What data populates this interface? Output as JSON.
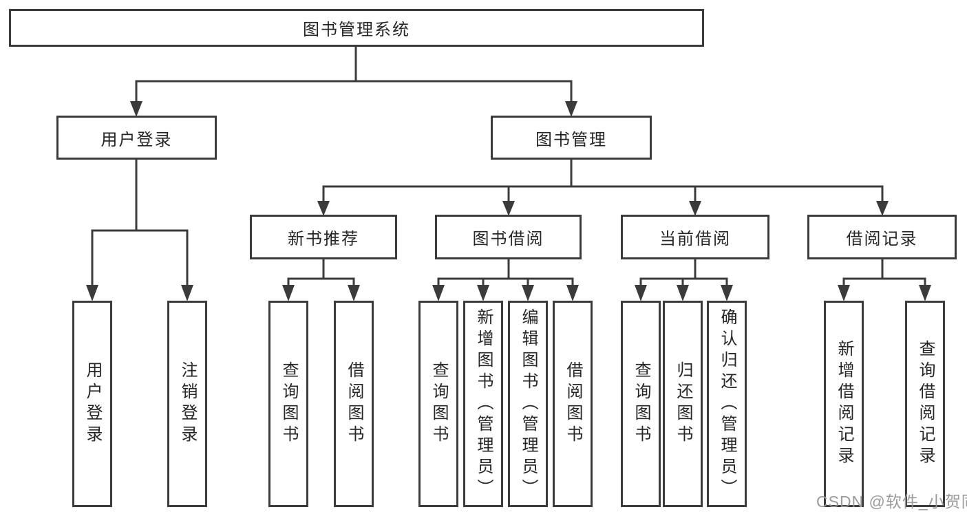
{
  "nodes": {
    "root": "图书管理系统",
    "user_login": {
      "label": "用户登录",
      "children": [
        "用户登录",
        "注销登录"
      ]
    },
    "book_mgmt": {
      "label": "图书管理",
      "children": [
        {
          "label": "新书推荐",
          "children": [
            "查询图书",
            "借阅图书"
          ]
        },
        {
          "label": "图书借阅",
          "children": [
            "查询图书",
            "新增图书（管理员）",
            "编辑图书（管理员）",
            "借阅图书"
          ]
        },
        {
          "label": "当前借阅",
          "children": [
            "查询图书",
            "归还图书",
            "确认归还（管理员）"
          ]
        },
        {
          "label": "借阅记录",
          "children": [
            "新增借阅记录",
            "查询借阅记录"
          ]
        }
      ]
    }
  },
  "watermark": "CSDN @软件_小贺同学",
  "colors": {
    "line": "#3b3b3b",
    "text": "#262626",
    "watermark": "#9a9a9a",
    "background": "#ffffff"
  }
}
